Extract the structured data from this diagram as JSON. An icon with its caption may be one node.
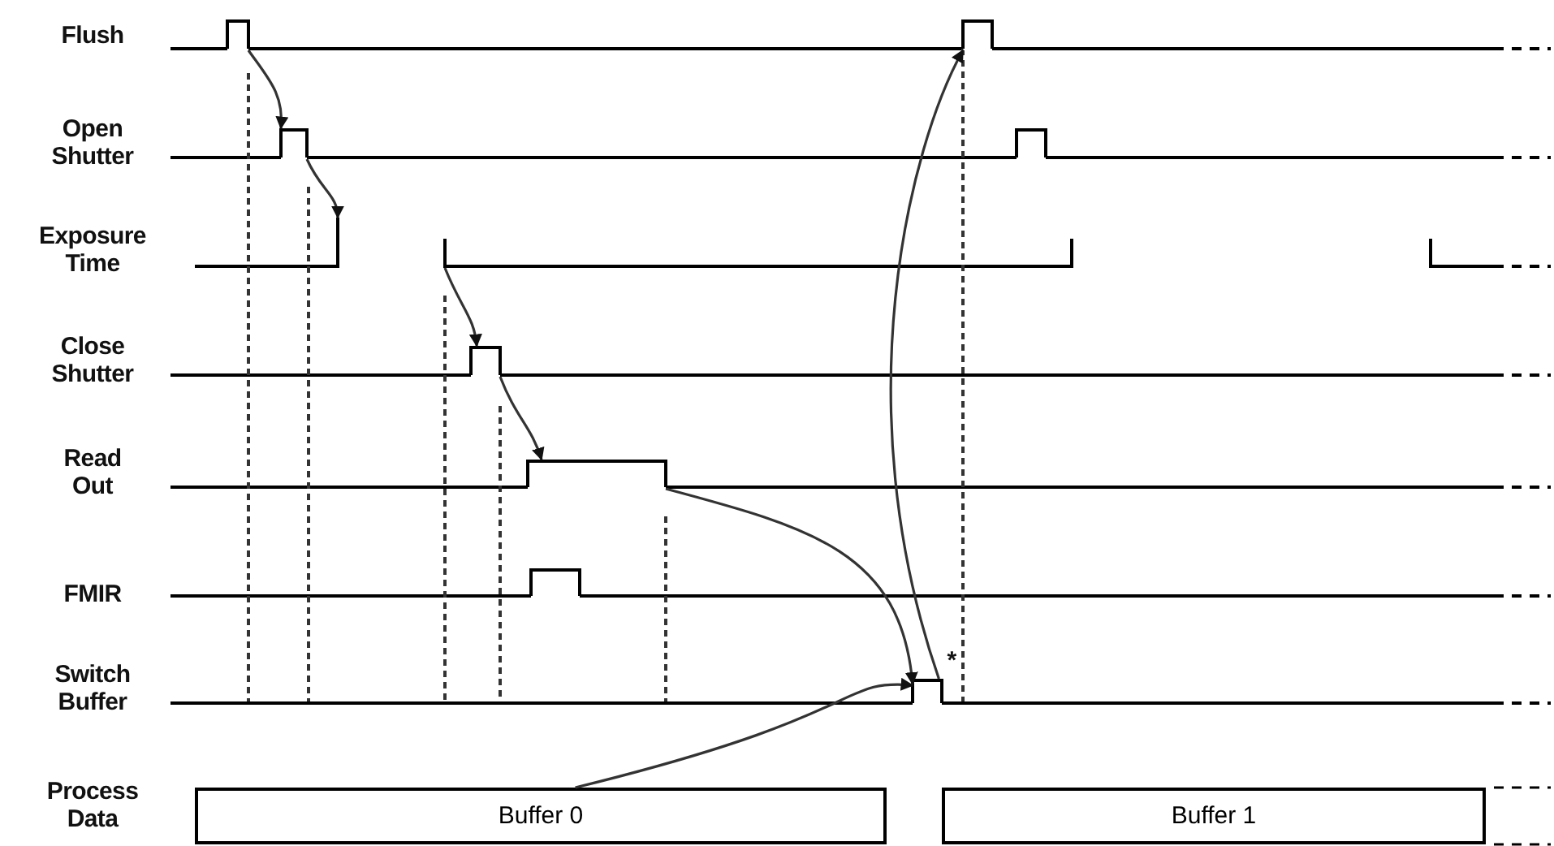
{
  "diagram": {
    "nodes": [
      {
        "text": [],
        "shape": "pulse"
      },
      {
        "text": [],
        "shape": "pulse"
      },
      {
        "text": [],
        "shape": "pulse"
      },
      {
        "text": [],
        "shape": "pulse"
      },
      {
        "text": [],
        "shape": "bar"
      },
      {
        "text": [],
        "shape": "bar"
      },
      {
        "text": [],
        "shape": "pulse"
      },
      {
        "text": [],
        "shape": "pulse"
      },
      {
        "text": [],
        "shape": "pulse"
      },
      {
        "text": [],
        "shape": "pulse"
      },
      {
        "text": [
          "Buffer 0"
        ]
      },
      {
        "text": [
          "Buffer 1"
        ]
      }
    ],
    "edges": [
      {
        "from": 0,
        "to": 2,
        "arrow": "to"
      },
      {
        "from": 2,
        "to": 4,
        "arrow": "to"
      },
      {
        "from": 5,
        "to": 6,
        "arrow": "to"
      },
      {
        "from": 6,
        "to": 7,
        "arrow": "to"
      },
      {
        "from": 7,
        "to": 9,
        "arrow": "to"
      },
      {
        "from": 10,
        "to": 9,
        "arrow": "to"
      },
      {
        "from": 9,
        "to": 1,
        "arrow": "to"
      }
    ],
    "labels": [
      "Flush",
      "Open Shutter",
      "Exposure Time",
      "Close Shutter",
      "Read Out",
      "FMIR",
      "Switch Buffer",
      "*",
      "Process Data"
    ]
  }
}
